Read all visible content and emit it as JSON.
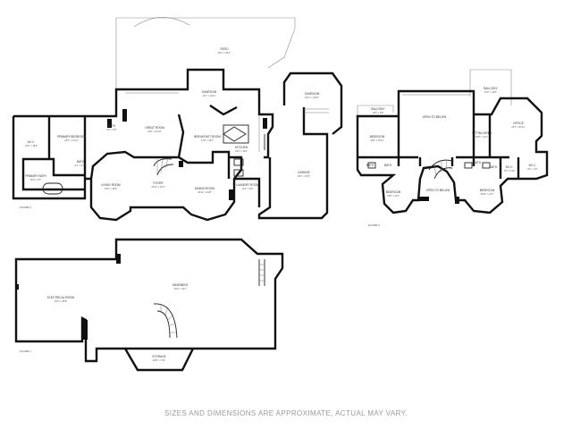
{
  "floors": [
    {
      "id": "floor-2",
      "label": "FLOOR 2",
      "rooms": [
        {
          "key": "patio",
          "name": "PATIO",
          "dims": "66'1\" x 36'1\""
        },
        {
          "key": "sunroom-left",
          "name": "SUNROOM",
          "dims": "14'7\" x 11'11\""
        },
        {
          "key": "sunroom-right",
          "name": "SUNROOM",
          "dims": "19'1\" x 13'10\""
        },
        {
          "key": "wic",
          "name": "W.I.C.",
          "dims": "10'0\" x 18'5\""
        },
        {
          "key": "primary-bedroom",
          "name": "PRIMARY BEDROOM",
          "dims": "18'7\" x 17'11\""
        },
        {
          "key": "great-room",
          "name": "GREAT ROOM",
          "dims": "24'6\" x 21'10\""
        },
        {
          "key": "breakfast-room",
          "name": "BREAKFAST ROOM",
          "dims": "17'8\" x 18'7\""
        },
        {
          "key": "kitchen",
          "name": "KITCHEN",
          "dims": "21'1\" x 15'4\""
        },
        {
          "key": "garage",
          "name": "GARAGE",
          "dims": "34'1\" x 21'6\""
        },
        {
          "key": "primary-bath",
          "name": "PRIMARY BATH",
          "dims": "15'6\" x 9'7\""
        },
        {
          "key": "living-room",
          "name": "LIVING ROOM",
          "dims": "16'9\" x 19'3\""
        },
        {
          "key": "foyer",
          "name": "FOYER",
          "dims": "15'11\" x 16'4\""
        },
        {
          "key": "dining-room",
          "name": "DINING ROOM",
          "dims": "16'11\" x 16'8\""
        },
        {
          "key": "laundry",
          "name": "LAUNDRY ROOM",
          "dims": "11'4\" x 9'9\""
        },
        {
          "key": "bath-1",
          "name": "BATH",
          "dims": "5'1\" x 4'5\""
        },
        {
          "key": "bath-2",
          "name": "BATH",
          "dims": "9'1\" x 4'10\""
        }
      ]
    },
    {
      "id": "floor-3",
      "label": "FLOOR 3",
      "rooms": [
        {
          "key": "open-to-below-top",
          "name": "OPEN TO BELOW",
          "dims": ""
        },
        {
          "key": "balcony-left",
          "name": "BALCONY",
          "dims": "13'5\" x 3'8\""
        },
        {
          "key": "balcony-right",
          "name": "BALCONY",
          "dims": "15'1\" x 15'3\""
        },
        {
          "key": "bedroom-nw",
          "name": "BEDROOM",
          "dims": "14'8\" x 15'11\""
        },
        {
          "key": "sitting-area",
          "name": "SITTING AREA",
          "dims": "9'10\" x 14'1\""
        },
        {
          "key": "office",
          "name": "OFFICE",
          "dims": "15'7\" x 14'11\""
        },
        {
          "key": "bath-a",
          "name": "BATH",
          "dims": ""
        },
        {
          "key": "bath-b",
          "name": "BATH",
          "dims": ""
        },
        {
          "key": "bath-c",
          "name": "BATH",
          "dims": ""
        },
        {
          "key": "bath-d",
          "name": "BATH",
          "dims": ""
        },
        {
          "key": "wic-a",
          "name": "W.I.C.",
          "dims": "7'6\" x 4'10\""
        },
        {
          "key": "wic-b",
          "name": "W.I.C.",
          "dims": "8'1\" x 4'9\""
        },
        {
          "key": "bedroom-sw",
          "name": "BEDROOM",
          "dims": "13'8\" x 12'2\""
        },
        {
          "key": "open-to-below-mid",
          "name": "OPEN TO BELOW",
          "dims": ""
        },
        {
          "key": "bedroom-se",
          "name": "BEDROOM",
          "dims": "18'11\" x 14'7\""
        }
      ]
    },
    {
      "id": "floor-1",
      "label": "FLOOR 1",
      "rooms": [
        {
          "key": "electrical-room",
          "name": "ELECTRICAL ROOM",
          "dims": "33'4\" x 28'8\""
        },
        {
          "key": "basement",
          "name": "BASEMENT",
          "dims": "46'4\" x 41'7\""
        },
        {
          "key": "storage",
          "name": "STORAGE",
          "dims": "23'8\" x 7'10\""
        }
      ]
    }
  ],
  "disclaimer": "SIZES AND DIMENSIONS ARE APPROXIMATE, ACTUAL MAY VARY."
}
